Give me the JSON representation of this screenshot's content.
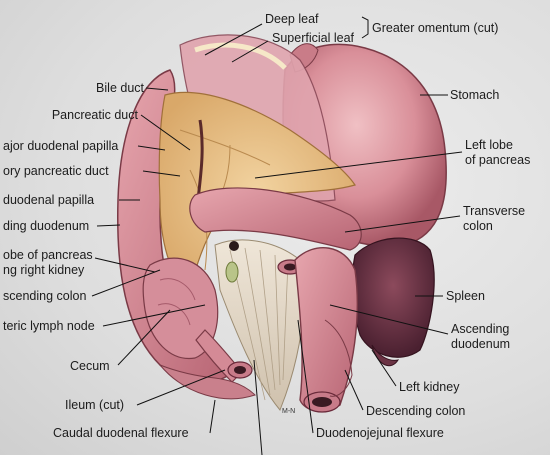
{
  "labels": {
    "deep_leaf": "Deep leaf",
    "superficial_leaf": "Superficial leaf",
    "greater_omentum": "Greater omentum (cut)",
    "bile_duct": "Bile duct",
    "stomach": "Stomach",
    "pancreatic_duct": "Pancreatic duct",
    "major_duodenal_papilla": "ajor duodenal papilla",
    "left_lobe_pancreas_1": "Left lobe",
    "left_lobe_pancreas_2": "of pancreas",
    "accessory_pancreatic_duct": "ory pancreatic duct",
    "minor_duodenal_papilla": "duodenal papilla",
    "transverse_colon_1": "Transverse",
    "transverse_colon_2": "colon",
    "descending_duodenum": "ding duodenum",
    "right_lobe_pancreas_1": "obe of pancreas",
    "right_lobe_pancreas_2": "ng right kidney",
    "spleen": "Spleen",
    "ascending_colon": "scending colon",
    "ascending_duodenum_1": "Ascending",
    "ascending_duodenum_2": "duodenum",
    "mesenteric_lymph_node": "teric lymph node",
    "cecum": "Cecum",
    "left_kidney": "Left kidney",
    "ileum": "Ileum (cut)",
    "descending_colon": "Descending colon",
    "caudal_duodenal_flexure": "Caudal duodenal flexure",
    "duodenojejunal_flexure": "Duodenojejunal flexure",
    "artist_initials": "M-N"
  }
}
